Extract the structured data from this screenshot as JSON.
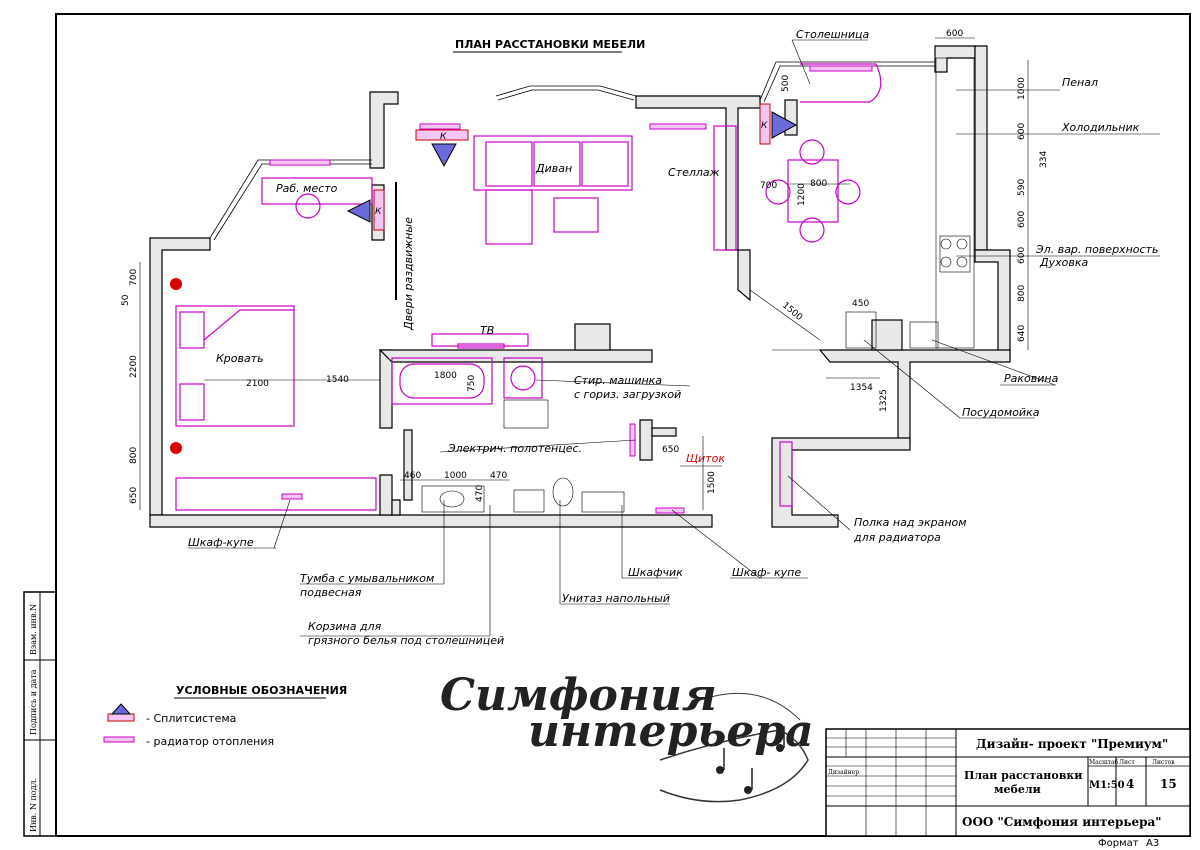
{
  "plan_title": "ПЛАН РАССТАНОВКИ МЕБЕЛИ",
  "rooms": {
    "countertop": "Столешница",
    "pencil_case": "Пенал",
    "fridge": "Холодильник",
    "hob": "Эл. вар. поверхность",
    "oven": "Духовка",
    "sofa": "Диван",
    "shelf": "Стеллаж",
    "workplace": "Раб. место",
    "sliding_doors": "Двери раздвижные",
    "bed": "Кровать",
    "tv": "ТВ",
    "washer_1": "Стир. машинка",
    "washer_2": "с гориз. загрузкой",
    "towel_heater": "Электрич. полотенцес.",
    "panel": "Щиток",
    "sink": "Раковина",
    "dishwasher": "Посудомойка",
    "radiator_shelf_1": "Полка над экраном",
    "radiator_shelf_2": "для радиатора",
    "wardrobe_left": "Шкаф-купе",
    "vanity_1": "Тумба с умывальником",
    "vanity_2": "подвесная",
    "basket_1": "Корзина для",
    "basket_2": "грязного белья под столешницей",
    "toilet": "Унитаз напольный",
    "cabinet": "Шкафчик",
    "wardrobe_right": "Шкаф- купе"
  },
  "dims": {
    "d600_top": "600",
    "d500": "500",
    "d1000": "1000",
    "d600_a": "600",
    "d334": "334",
    "d590": "590",
    "d600_b": "600",
    "d600_c": "600",
    "d800_r": "800",
    "d640": "640",
    "d700_t": "700",
    "d1200": "1200",
    "d800_t": "800",
    "d1500_diag": "1500",
    "d450": "450",
    "d1354": "1354",
    "d1325": "1325",
    "d650": "650",
    "d1500_v": "1500",
    "d460": "460",
    "d1000_b": "1000",
    "d470_h": "470",
    "d470_v": "470",
    "d1800": "1800",
    "d750": "750",
    "d2100": "2100",
    "d1540": "1540",
    "d700_l": "700",
    "d50": "50",
    "d2200": "2200",
    "d800_l": "800",
    "d650_l": "650"
  },
  "legend": {
    "title": "УСЛОВНЫЕ ОБОЗНАЧЕНИЯ",
    "split": "- Сплитсистема",
    "radiator": "- радиатор отопления"
  },
  "ac_mark": "К",
  "logo": {
    "line1": "Симфония",
    "line2": "интерьера"
  },
  "title_block": {
    "project": "Дизайн- проект \"Премиум\"",
    "designer_label": "Дизайнер",
    "scale_label": "Масштаб",
    "sheet_label": "Лист",
    "sheets_label": "Листов",
    "sheet_name_1": "План расстановки",
    "sheet_name_2": "мебели",
    "scale": "М1:50",
    "sheet": "4",
    "sheets": "15",
    "company": "ООО \"Симфония интерьера\"",
    "format_label": "Формат",
    "format": "А3"
  },
  "side_stamp": {
    "inv_orig": "Инв. N подл.",
    "sign_date": "Подпись и дата",
    "inv_repl": "Взам. инв.N"
  }
}
